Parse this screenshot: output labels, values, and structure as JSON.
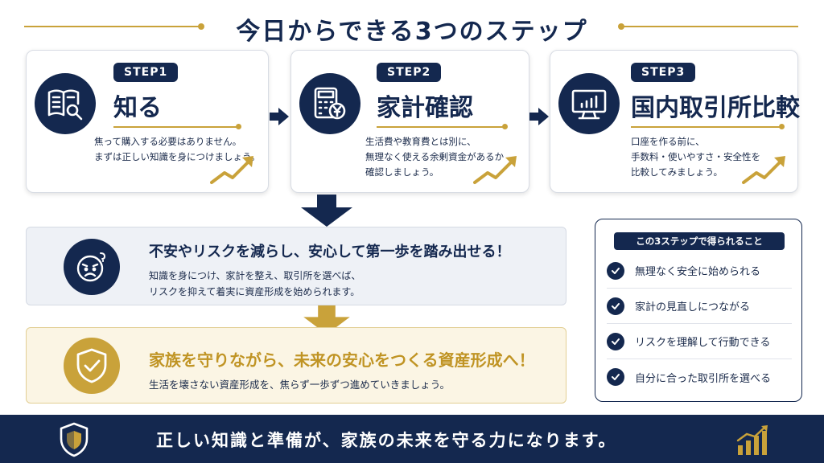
{
  "title": "今日からできる3つのステップ",
  "steps": [
    {
      "badge": "STEP1",
      "name": "知る",
      "icon": "book-search-icon",
      "description": "焦って購入する必要はありません。\nまずは正しい知識を身につけましょう。"
    },
    {
      "badge": "STEP2",
      "name": "家計確認",
      "icon": "calculator-yen-icon",
      "description": "生活費や教育費とは別に、\n無理なく使える余剰資金があるか\n確認しましょう。"
    },
    {
      "badge": "STEP3",
      "name": "国内取引所比較",
      "icon": "monitor-chart-icon",
      "description": "口座を作る前に、\n手数料・使いやすさ・安全性を\n比較してみましょう。"
    }
  ],
  "benefit": {
    "icon": "worried-face-icon",
    "headline": "不安やリスクを減らし、安心して第一歩を踏み出せる！",
    "text": "知識を身につけ、家計を整え、取引所を選べば、\nリスクを抑えて着実に資産形成を始められます。"
  },
  "family": {
    "icon": "shield-check-icon",
    "headline": "家族を守りながら、未来の安心をつくる資産形成へ！",
    "text": "生活を壊さない資産形成を、焦らず一歩ずつ進めていきましょう。"
  },
  "gains": {
    "title": "この3ステップで得られること",
    "items": [
      "無理なく安全に始められる",
      "家計の見直しにつながる",
      "リスクを理解して行動できる",
      "自分に合った取引所を選べる"
    ]
  },
  "footer": {
    "text": "正しい知識と準備が、家族の未来を守る力になります。"
  },
  "colors": {
    "navy": "#14284f",
    "gold": "#c9a23a",
    "light_blue_bg": "#eef1f6",
    "cream_bg": "#fbf5e4"
  }
}
